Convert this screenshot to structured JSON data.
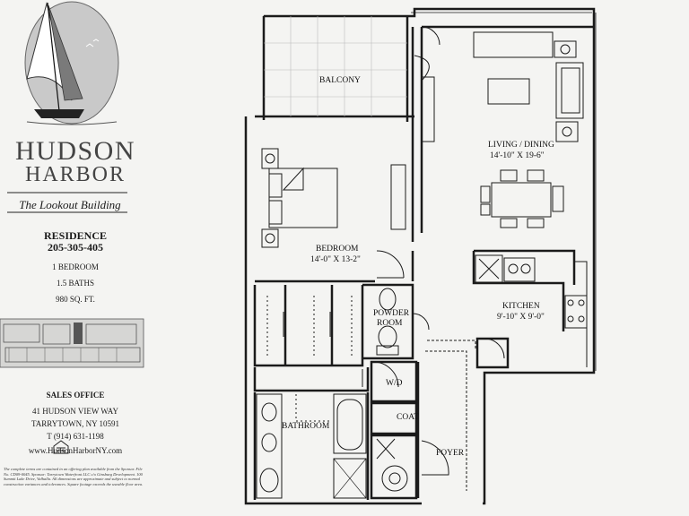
{
  "brand": {
    "line1": "HUDSON",
    "line2": "HARBOR",
    "building": "The Lookout Building"
  },
  "residence": {
    "label": "RESIDENCE",
    "number": "205-305-405",
    "bedrooms": "1 BEDROOM",
    "baths": "1.5 BATHS",
    "area": "980 SQ. FT."
  },
  "sales": {
    "title": "SALES OFFICE",
    "street": "41 HUDSON VIEW WAY",
    "city": "TARRYTOWN,  NY 10591",
    "phone": "T (914) 631-1198",
    "web": "www.HudsonHarborNY.com"
  },
  "legal_text": "The complete terms are contained in an offering plan available from the Sponsor. File No. CD09-0045. Sponsor: Tarrytown Waterfront LLC c/o Ginsburg Development. 100 Summit Lake Drive, Valhalla. All dimensions are approximate and subject to normal construction variances and tolerances. Square footage exceeds the useable floor area.",
  "rooms": {
    "balcony": "BALCONY",
    "living_name": "LIVING / DINING",
    "living_dims": "14'-10\" X 19-6\"",
    "bedroom_name": "BEDROOM",
    "bedroom_dims": "14'-0\" X 13-2\"",
    "powder_l1": "POWDER",
    "powder_l2": "ROOM",
    "kitchen_name": "KITCHEN",
    "kitchen_dims": "9'-10\" X 9'-0\"",
    "wd": "W/D",
    "coat": "COAT",
    "bathroom": "BATHROOM",
    "foyer": "FOYER"
  },
  "colors": {
    "ink": "#1b1b1b",
    "paper": "#f4f4f2",
    "sail_shadow": "#9a9a9a"
  }
}
